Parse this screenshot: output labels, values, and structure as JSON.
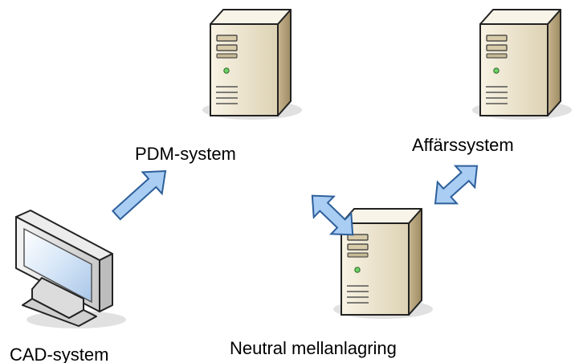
{
  "nodes": {
    "pdm": {
      "label": "PDM-system",
      "icon": "server-tower-icon"
    },
    "affars": {
      "label": "Affärssystem",
      "icon": "server-tower-icon"
    },
    "neutral": {
      "label": "Neutral mellanlagring",
      "icon": "server-tower-icon"
    },
    "cad": {
      "label": "CAD-system",
      "icon": "monitor-icon"
    }
  },
  "edges": [
    {
      "from": "CAD-system",
      "to": "PDM-system",
      "direction": "one-way"
    },
    {
      "from": "PDM-system",
      "to": "Neutral mellanlagring",
      "direction": "two-way"
    },
    {
      "from": "Affärssystem",
      "to": "Neutral mellanlagring",
      "direction": "two-way"
    }
  ],
  "colors": {
    "arrow_fill": "#a9cdf3",
    "arrow_stroke": "#2d5f9a",
    "server_front": "#eee6cf",
    "server_side": "#b9a67f",
    "server_top": "#f7f2e3",
    "shadow": "#d7d7d7"
  }
}
